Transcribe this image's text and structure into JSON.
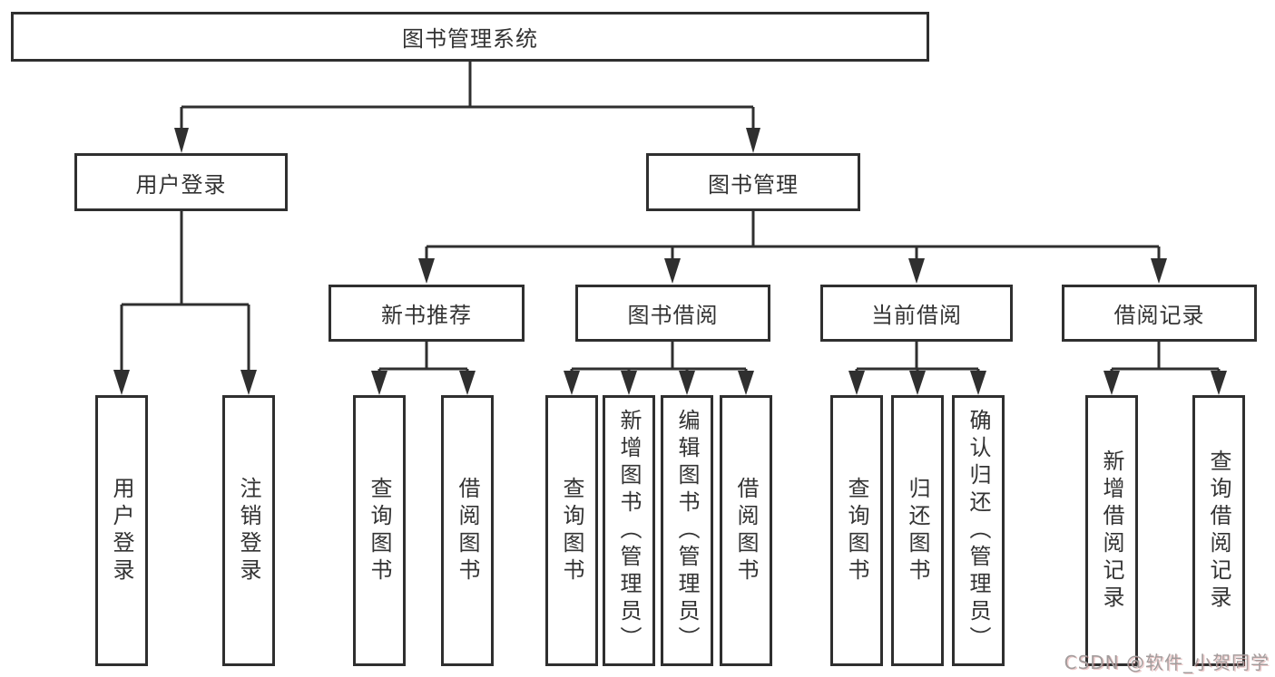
{
  "diagram": {
    "root": {
      "label": "图书管理系统"
    },
    "level1": [
      {
        "label": "用户登录"
      },
      {
        "label": "图书管理"
      }
    ],
    "level2": [
      {
        "label": "新书推荐"
      },
      {
        "label": "图书借阅"
      },
      {
        "label": "当前借阅"
      },
      {
        "label": "借阅记录"
      }
    ],
    "leaves": [
      {
        "label": "用户登录"
      },
      {
        "label": "注销登录"
      },
      {
        "label": "查询图书"
      },
      {
        "label": "借阅图书"
      },
      {
        "label": "查询图书"
      },
      {
        "label": "新增图书（管理员）"
      },
      {
        "label": "编辑图书（管理员）"
      },
      {
        "label": "借阅图书"
      },
      {
        "label": "查询图书"
      },
      {
        "label": "归还图书"
      },
      {
        "label": "确认归还（管理员）"
      },
      {
        "label": "新增借阅记录"
      },
      {
        "label": "查询借阅记录"
      }
    ]
  },
  "watermark": {
    "text": "CSDN @软件_小贺同学"
  },
  "colors": {
    "line": "#2f2f2f",
    "text": "#333333",
    "background": "#ffffff",
    "watermark": "#a29c9c"
  }
}
